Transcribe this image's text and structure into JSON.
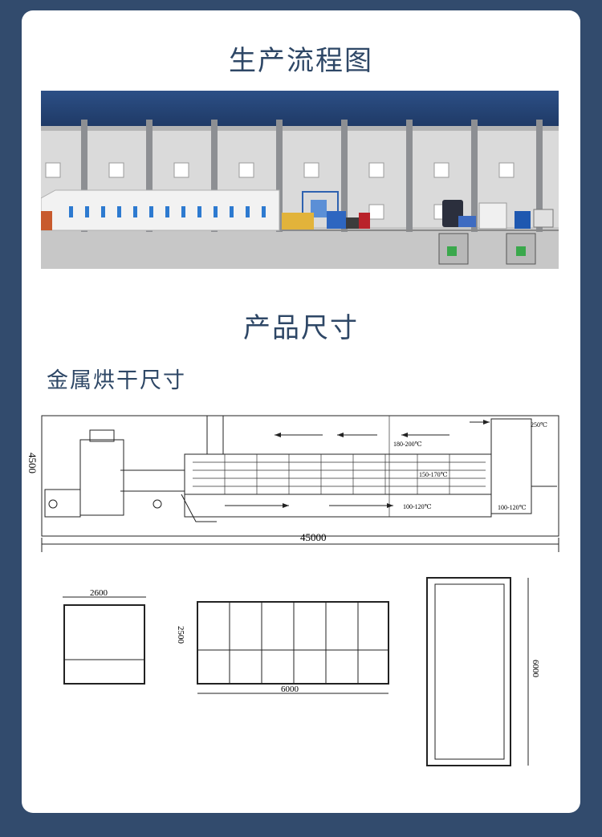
{
  "section1": {
    "title": "生产流程图"
  },
  "section2": {
    "title": "产品尺寸"
  },
  "subsection": {
    "title": "金属烘干尺寸"
  },
  "drawing_main": {
    "height_dim": "4500",
    "length_dim": "45000",
    "temp_top": "250℃",
    "temp_upper": "180-200℃",
    "temp_mid": "150-170℃",
    "temp_lower": "100-120℃",
    "temp_right": "100-120℃"
  },
  "drawing_side": {
    "width_dim": "2600"
  },
  "drawing_front": {
    "height_dim": "2500",
    "width_dim": "6000"
  },
  "drawing_top": {
    "length_dim": "6000"
  },
  "colors": {
    "background": "#324b6d",
    "heading": "#2e4766",
    "roof": "#27477b",
    "wall": "#d9d9d9"
  }
}
